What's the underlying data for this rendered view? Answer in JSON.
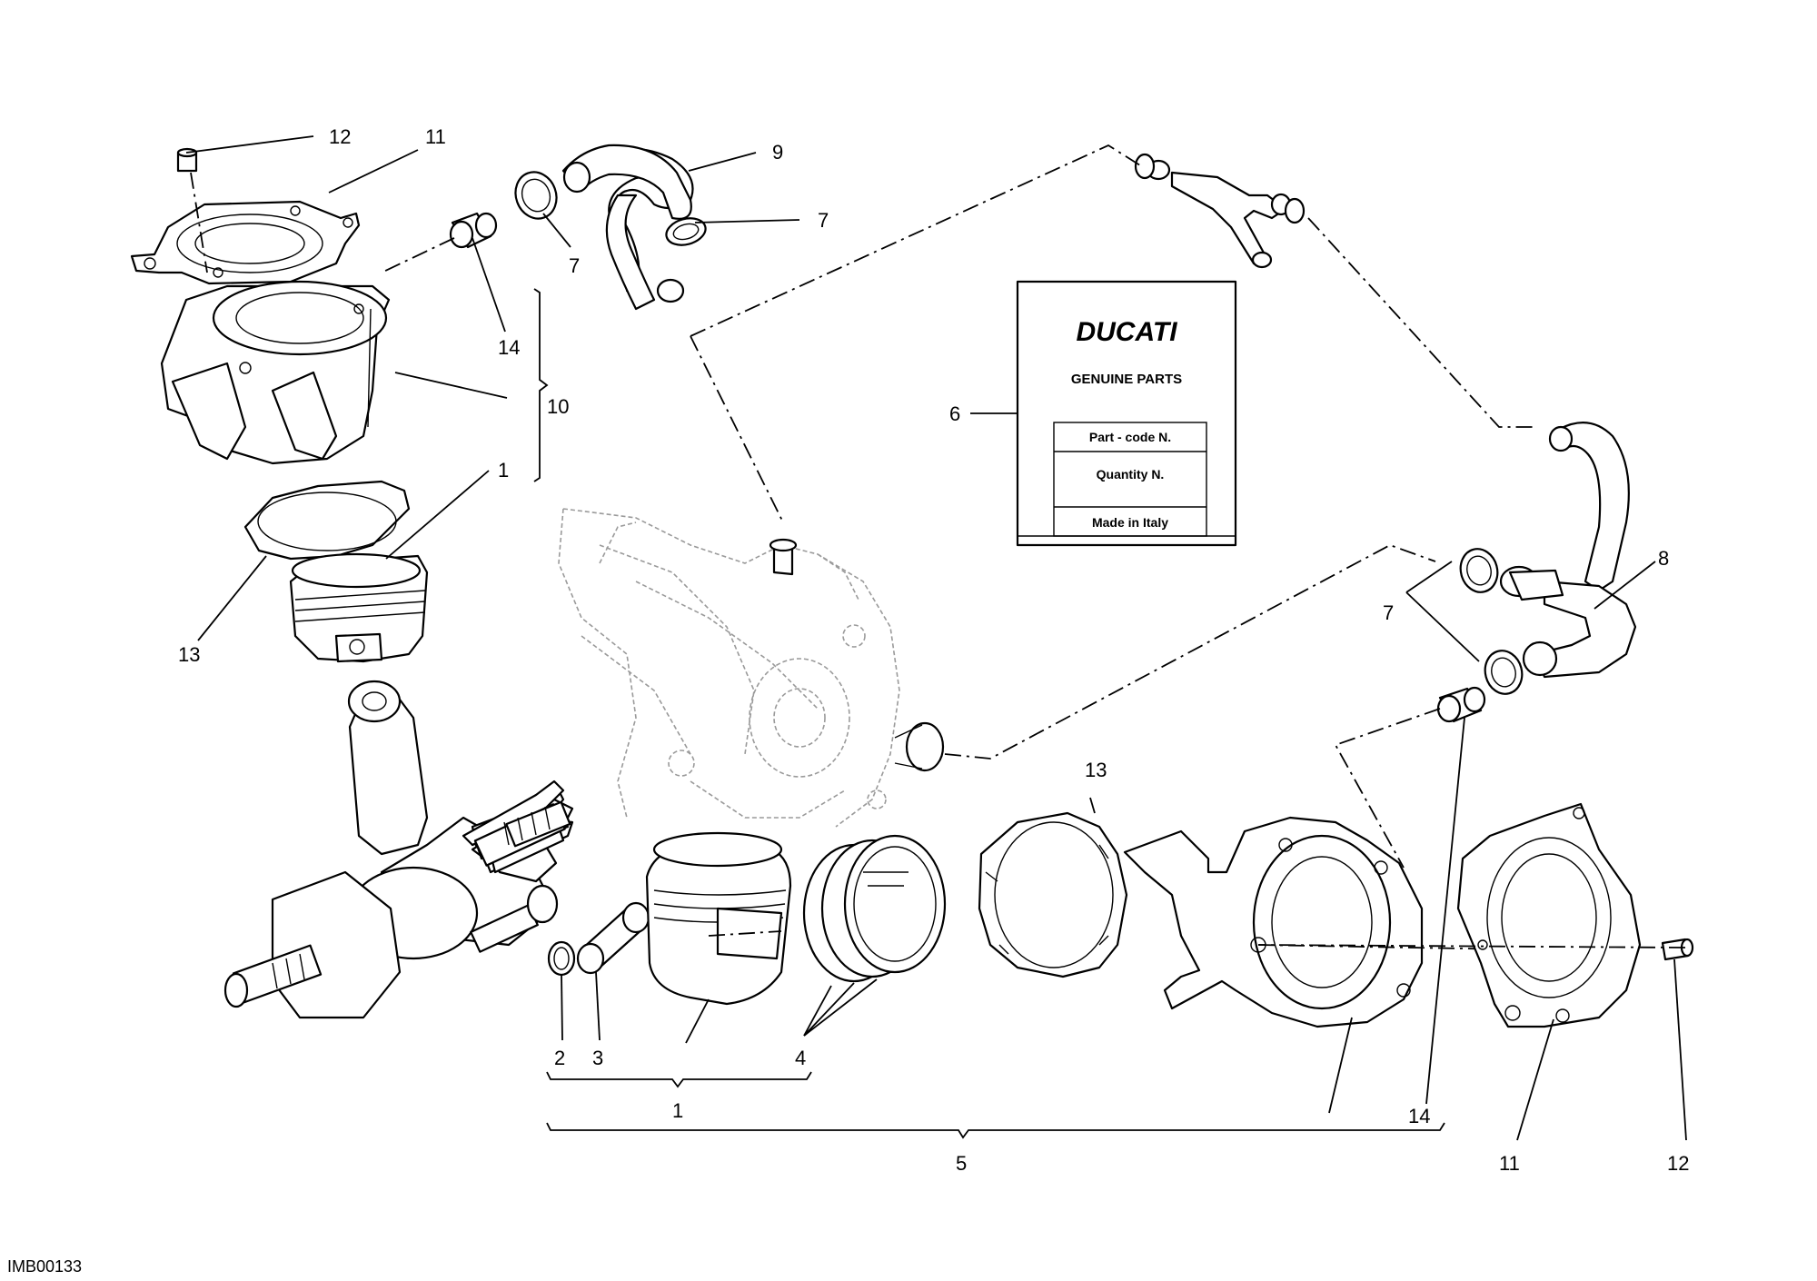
{
  "callouts": {
    "c1_top": "1",
    "c1_bottom": "1",
    "c2": "2",
    "c3": "3",
    "c4": "4",
    "c5": "5",
    "c6": "6",
    "c7_a": "7",
    "c7_b": "7",
    "c7_c": "7",
    "c8": "8",
    "c9": "9",
    "c10": "10",
    "c11_top": "11",
    "c11_bottom": "11",
    "c12_top": "12",
    "c12_bottom": "12",
    "c13_left": "13",
    "c13_right": "13",
    "c14_top": "14",
    "c14_bottom": "14"
  },
  "tag": {
    "brand": "DUCATI",
    "subtitle": "GENUINE PARTS",
    "row_part_code": "Part - code N.",
    "row_quantity": "Quantity N.",
    "row_made_in": "Made in Italy"
  },
  "diagram_code": "IMB00133"
}
